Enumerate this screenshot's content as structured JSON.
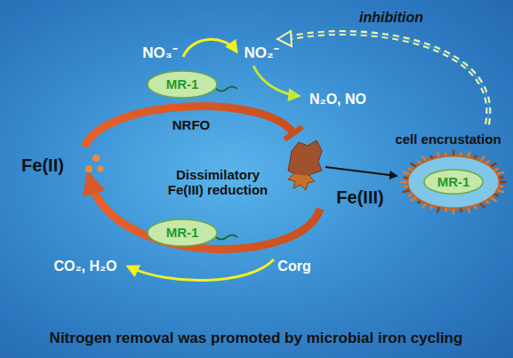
{
  "diagram": {
    "caption": "Nitrogen removal was promoted by microbial iron cycling",
    "nodes": [
      {
        "text": [
          "MR-1"
        ]
      },
      {
        "text": [
          "MR-1"
        ]
      },
      {
        "text": [
          "MR-1"
        ]
      }
    ],
    "labels": [
      "inhibition",
      "NO₃⁻",
      "NO₂⁻",
      "N₂O, NO",
      "NRFO",
      "Fe(II)",
      "Dissimilatory Fe(III) reduction",
      "Fe(III)",
      "cell encrustation",
      "CO₂, H₂O",
      "Corg"
    ]
  }
}
